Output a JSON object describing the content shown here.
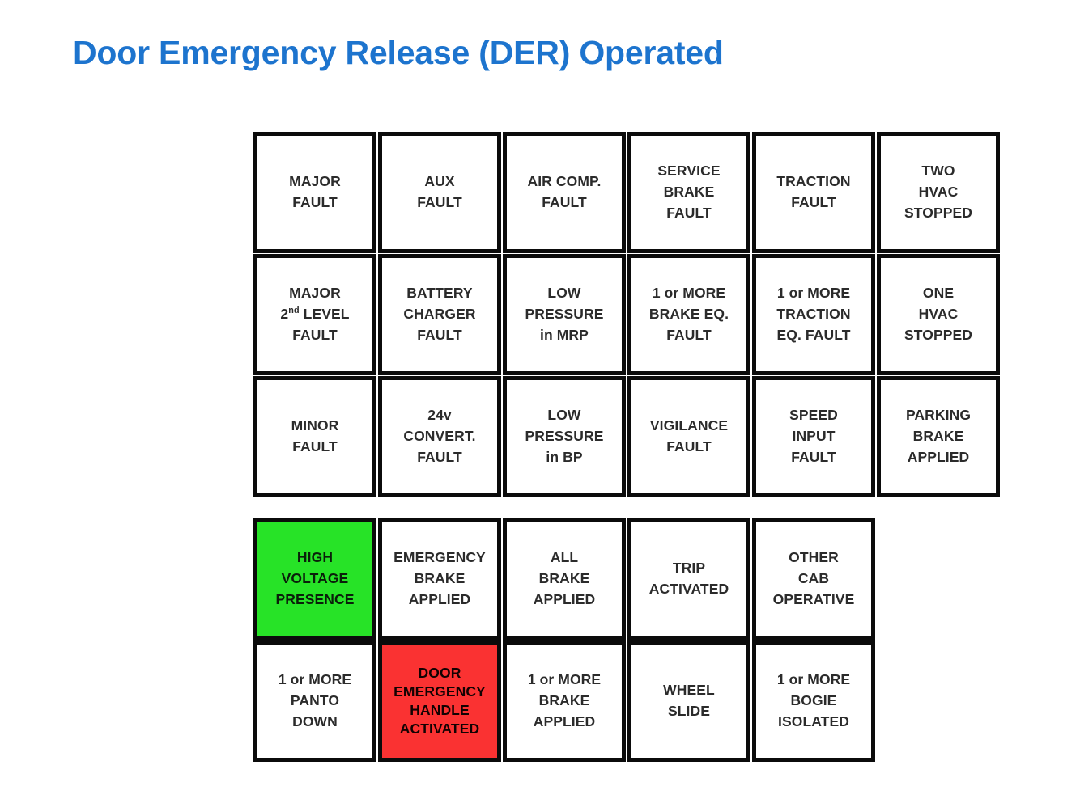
{
  "page": {
    "title": "Door Emergency Release (DER) Operated",
    "title_color": "#1d74ce",
    "background_color": "#ffffff"
  },
  "colors": {
    "cell_border": "#0b0b0b",
    "cell_default_bg": "#ffffff",
    "cell_text": "#2b2b2b",
    "state_green": "#27e327",
    "state_red": "#fa3232"
  },
  "panel": {
    "groups": [
      {
        "name": "fault-indicator-group",
        "rows": [
          {
            "cells": [
              {
                "text": "MAJOR\nFAULT",
                "state": "off"
              },
              {
                "text": "AUX\nFAULT",
                "state": "off"
              },
              {
                "text": "AIR COMP.\nFAULT",
                "state": "off"
              },
              {
                "text": "SERVICE\nBRAKE\nFAULT",
                "state": "off"
              },
              {
                "text": "TRACTION\nFAULT",
                "state": "off"
              },
              {
                "text": "TWO\nHVAC\nSTOPPED",
                "state": "off"
              }
            ]
          },
          {
            "cells": [
              {
                "text": "MAJOR\n2nd LEVEL\nFAULT",
                "html": "MAJOR<br>2<sup>nd</sup> LEVEL<br>FAULT",
                "state": "off"
              },
              {
                "text": "BATTERY\nCHARGER\nFAULT",
                "state": "off"
              },
              {
                "text": "LOW\nPRESSURE\nin MRP",
                "state": "off"
              },
              {
                "text": "1 or MORE\nBRAKE EQ.\nFAULT",
                "state": "off"
              },
              {
                "text": "1 or MORE\nTRACTION\nEQ. FAULT",
                "state": "off"
              },
              {
                "text": "ONE\nHVAC\nSTOPPED",
                "state": "off"
              }
            ]
          },
          {
            "cells": [
              {
                "text": "MINOR\nFAULT",
                "state": "off"
              },
              {
                "text": "24v\nCONVERT.\nFAULT",
                "state": "off"
              },
              {
                "text": "LOW\nPRESSURE\nin BP",
                "state": "off"
              },
              {
                "text": "VIGILANCE\nFAULT",
                "state": "off"
              },
              {
                "text": "SPEED\nINPUT\nFAULT",
                "state": "off"
              },
              {
                "text": "PARKING\nBRAKE\nAPPLIED",
                "state": "off"
              }
            ]
          }
        ]
      },
      {
        "name": "status-indicator-group",
        "rows": [
          {
            "cells": [
              {
                "text": "HIGH\nVOLTAGE\nPRESENCE",
                "state": "green"
              },
              {
                "text": "EMERGENCY\nBRAKE\nAPPLIED",
                "state": "off"
              },
              {
                "text": "ALL\nBRAKE\nAPPLIED",
                "state": "off"
              },
              {
                "text": "TRIP\nACTIVATED",
                "state": "off"
              },
              {
                "text": "OTHER\nCAB\nOPERATIVE",
                "state": "off"
              }
            ]
          },
          {
            "cells": [
              {
                "text": "1 or MORE\nPANTO\nDOWN",
                "state": "off"
              },
              {
                "text": "DOOR\nEMERGENCY\nHANDLE\nACTIVATED",
                "state": "red"
              },
              {
                "text": "1 or MORE\nBRAKE\nAPPLIED",
                "state": "off"
              },
              {
                "text": "WHEEL\nSLIDE",
                "state": "off"
              },
              {
                "text": "1 or MORE\nBOGIE\nISOLATED",
                "state": "off"
              }
            ]
          }
        ]
      }
    ]
  }
}
